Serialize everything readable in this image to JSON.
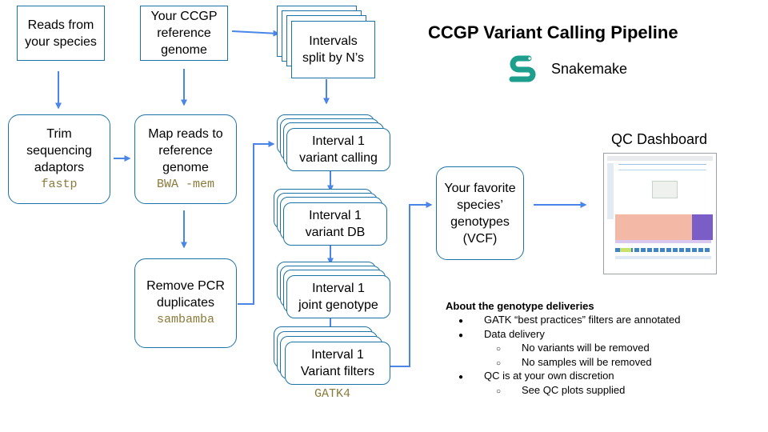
{
  "title": "CCGP Variant Calling Pipeline",
  "snakemake": {
    "label": "Snakemake",
    "icon": "snakemake-logo-icon"
  },
  "colors": {
    "arrow": "#4a86e8",
    "box_border": "#1d73a8",
    "tool_text": "#8a7a3a",
    "snake": "#1e9e8c"
  },
  "inputs": {
    "reads": [
      "Reads from",
      "your species"
    ],
    "reference": [
      "Your CCGP",
      "reference",
      "genome"
    ]
  },
  "steps": {
    "trim": {
      "lines": [
        "Trim",
        "sequencing",
        "adaptors"
      ],
      "tool": "fastp"
    },
    "map": {
      "lines": [
        "Map reads to",
        "reference",
        "genome"
      ],
      "tool": "BWA -mem"
    },
    "dedup": {
      "lines": [
        "Remove PCR",
        "duplicates"
      ],
      "tool": "sambamba"
    },
    "intervals": {
      "lines": [
        "Intervals",
        "split by N’s"
      ]
    },
    "calling": {
      "lines": [
        "Interval 1",
        "variant calling"
      ]
    },
    "db": {
      "lines": [
        "Interval 1",
        "variant DB"
      ]
    },
    "joint": {
      "lines": [
        "Interval 1",
        "joint genotype"
      ]
    },
    "filters": {
      "lines": [
        "Interval 1",
        "Variant filters"
      ]
    },
    "gatk_tool": "GATK4"
  },
  "output": {
    "lines": [
      "Your favorite",
      "species’",
      "genotypes",
      "(VCF)"
    ]
  },
  "qc": {
    "title": "QC Dashboard",
    "thumbnail": "qc-dashboard-screenshot"
  },
  "notes": {
    "heading": "About the genotype deliveries",
    "items": [
      "GATK “best practices” filters are annotated",
      "Data delivery",
      "No variants will be removed",
      "No samples will be removed",
      "QC is at your own discretion",
      "See QC plots supplied"
    ]
  }
}
